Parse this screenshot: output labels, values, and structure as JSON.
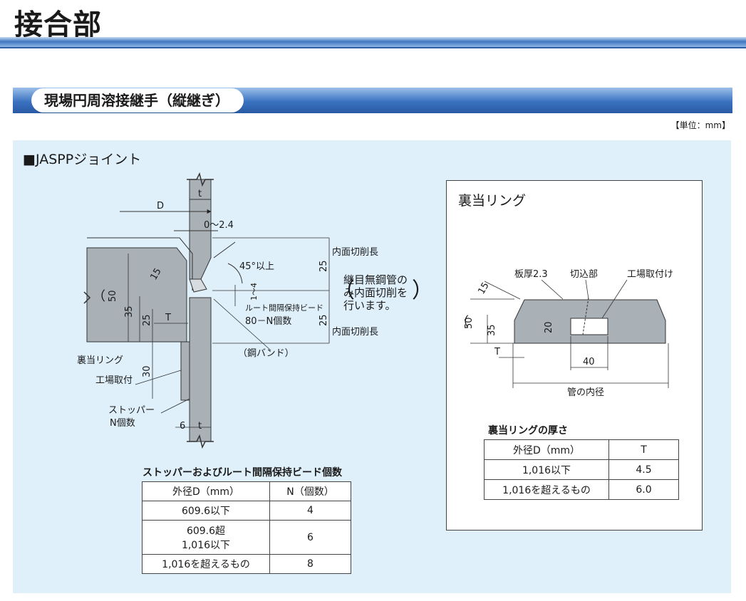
{
  "page_title": "接合部",
  "section_title": "現場円周溶接継手（縦継ぎ）",
  "unit_note": "【単位：mm】",
  "joint": {
    "heading": "■JASPPジョイント",
    "labels": {
      "t": "t",
      "D": "D",
      "gap": "0〜2.4",
      "angle": "45°以上",
      "cut_len": "内面切削長",
      "note_open": "（",
      "note_line1": "継目無鋼管の",
      "note_line2": "み内面切削を",
      "note_line3": "行います。",
      "note_close": "）",
      "one_four": "1〜4",
      "bead": "ルート間隔保持ビード",
      "bead_count": "80－N個数",
      "steel_band": "（鋼バンド）",
      "backing_ring": "裏当リング",
      "shop_fit": "工場取付",
      "stopper": "ストッパー",
      "n_count": "N個数",
      "T": "T",
      "d15": "15",
      "d50": "50",
      "d35": "35",
      "d25": "25",
      "d30": "30",
      "d6": "6",
      "paren": "（"
    }
  },
  "stopper_table": {
    "caption": "ストッパーおよびルート間隔保持ビード個数",
    "headers": [
      "外径D（mm）",
      "N（個数）"
    ],
    "rows": [
      [
        "609.6以下",
        "4"
      ],
      [
        "609.6超",
        "1,016以下",
        "6"
      ],
      [
        "1,016を超えるもの",
        "8"
      ]
    ]
  },
  "ring": {
    "title": "裏当リング",
    "labels": {
      "plate": "板厚2.3",
      "cut": "切込部",
      "shop": "工場取付け",
      "d15": "15",
      "d50": "50",
      "d35": "35",
      "d20": "20",
      "T": "T",
      "d40": "40",
      "inner": "管の内径",
      "paren": "（"
    }
  },
  "thickness_table": {
    "caption": "裏当リングの厚さ",
    "headers": [
      "外径D（mm）",
      "T"
    ],
    "rows": [
      [
        "1,016以下",
        "4.5"
      ],
      [
        "1,016を超えるもの",
        "6.0"
      ]
    ]
  }
}
